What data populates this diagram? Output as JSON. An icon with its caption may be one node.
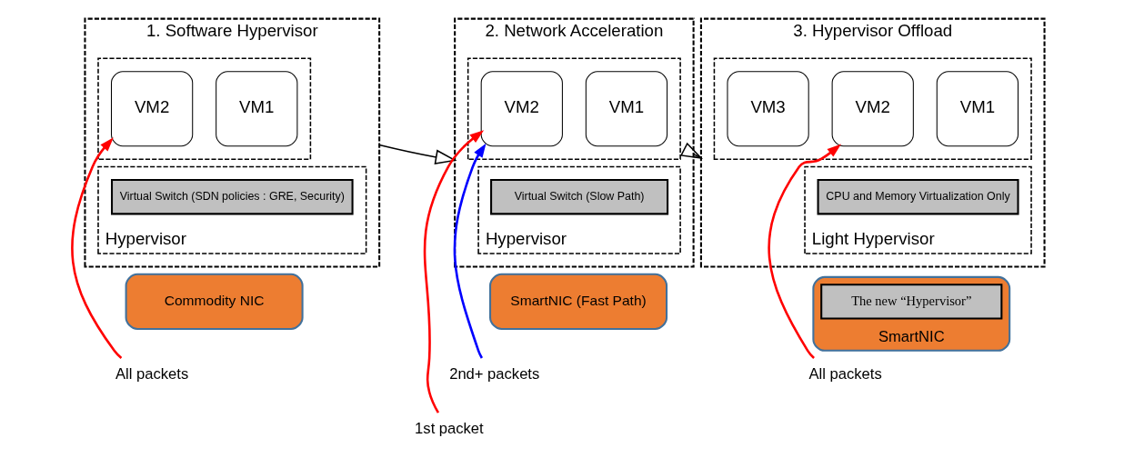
{
  "diagram": {
    "nodes": [
      {
        "text": [],
        "shape": "box",
        "beside": [
          "1. Software Hypervisor"
        ]
      },
      {
        "text": [],
        "shape": "box",
        "in": 0
      },
      {
        "text": [
          "VM1"
        ],
        "in": 1
      },
      {
        "text": [
          "VM2"
        ],
        "in": 1
      },
      {
        "text": [
          "Hypervisor"
        ],
        "in": 0
      },
      {
        "text": [
          "Virtual Switch (SDN policies : GRE, Security)"
        ],
        "in": 4
      },
      {
        "text": [
          "Commodity NIC"
        ]
      },
      {
        "text": [
          "All packets"
        ]
      },
      {
        "text": [],
        "shape": "box",
        "beside": [
          "2. Network Acceleration"
        ]
      },
      {
        "text": [],
        "shape": "box",
        "in": 8
      },
      {
        "text": [
          "VM1"
        ],
        "in": 9
      },
      {
        "text": [
          "VM2"
        ],
        "in": 9
      },
      {
        "text": [
          "Hypervisor"
        ],
        "in": 8
      },
      {
        "text": [
          "Virtual Switch (Slow Path)"
        ],
        "in": 12
      },
      {
        "text": [
          "SmartNIC (Fast Path)"
        ]
      },
      {
        "text": [
          "1st packet"
        ]
      },
      {
        "text": [
          "2nd+ packets"
        ]
      },
      {
        "text": [],
        "shape": "box",
        "beside": [
          "3. Hypervisor Offload"
        ]
      },
      {
        "text": [],
        "shape": "box",
        "in": 17
      },
      {
        "text": [
          "VM1"
        ],
        "in": 18
      },
      {
        "text": [
          "VM2"
        ],
        "in": 18
      },
      {
        "text": [
          "VM3"
        ],
        "in": 18
      },
      {
        "text": [
          "Light Hypervisor"
        ],
        "in": 17
      },
      {
        "text": [
          "CPU and Memory Virtualization Only"
        ],
        "in": 22
      },
      {
        "text": [
          "SmartNIC"
        ]
      },
      {
        "text": [
          "The new “Hypervisor”"
        ],
        "in": 24
      },
      {
        "text": [
          "All packets"
        ]
      }
    ],
    "edges": [
      {
        "from": 7,
        "to": 3,
        "arrow": "to"
      },
      {
        "from": 0,
        "to": 8,
        "arrow": "to",
        "color": "#000000"
      },
      {
        "from": 15,
        "to": 11,
        "arrow": "to"
      },
      {
        "from": 16,
        "to": 11,
        "arrow": "to",
        "color": "#0000ff"
      },
      {
        "from": 8,
        "to": 17,
        "arrow": "to",
        "color": "#000000"
      },
      {
        "from": 26,
        "to": 20,
        "arrow": "to"
      }
    ]
  }
}
